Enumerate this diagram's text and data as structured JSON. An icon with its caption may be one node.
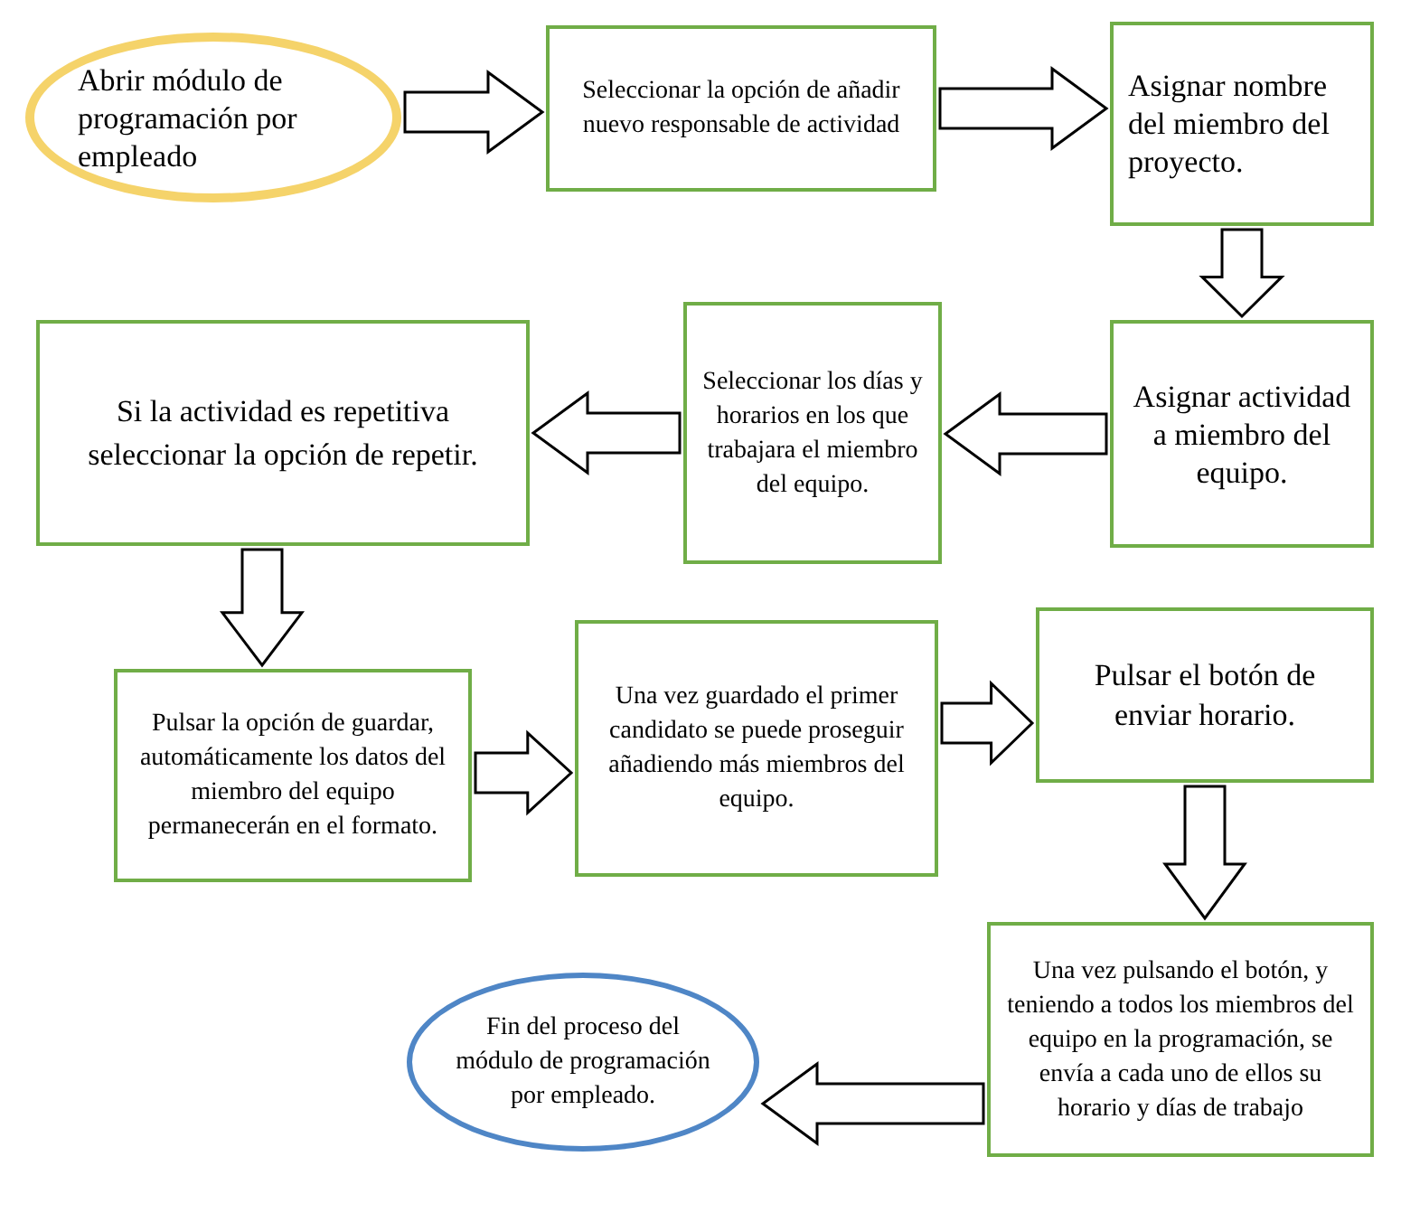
{
  "diagram": {
    "nodes": [
      {
        "text": [
          "Abrir módulo de programación por empleado"
        ]
      },
      {
        "text": [
          "Seleccionar la opción de añadir nuevo responsable de actividad"
        ]
      },
      {
        "text": [
          "Asignar nombre del miembro del proyecto."
        ]
      },
      {
        "text": [
          "Asignar actividad a miembro del equipo."
        ]
      },
      {
        "text": [
          "Seleccionar los días y horarios en los que trabajara el miembro del equipo."
        ]
      },
      {
        "text": [
          "Si la actividad es repetitiva seleccionar la opción de repetir."
        ]
      },
      {
        "text": [
          "Pulsar la opción de guardar, automáticamente los datos del miembro del equipo permanecerán en el formato."
        ]
      },
      {
        "text": [
          "Una vez guardado el primer candidato se puede proseguir añadiendo más miembros del equipo."
        ]
      },
      {
        "text": [
          "Pulsar el botón de enviar horario."
        ]
      },
      {
        "text": [
          "Una vez pulsando el botón, y teniendo a todos los miembros del equipo en la programación, se envía a cada uno de ellos su horario y días de trabajo"
        ]
      },
      {
        "text": [
          "Fin del proceso del módulo de programación por empleado."
        ]
      }
    ],
    "edges": [
      {
        "from": 0,
        "to": 1,
        "arrow": "to"
      },
      {
        "from": 1,
        "to": 2,
        "arrow": "to"
      },
      {
        "from": 2,
        "to": 3,
        "arrow": "to"
      },
      {
        "from": 3,
        "to": 4,
        "arrow": "to"
      },
      {
        "from": 4,
        "to": 5,
        "arrow": "to"
      },
      {
        "from": 5,
        "to": 6,
        "arrow": "to"
      },
      {
        "from": 6,
        "to": 7,
        "arrow": "to"
      },
      {
        "from": 7,
        "to": 8,
        "arrow": "to"
      },
      {
        "from": 8,
        "to": 9,
        "arrow": "to"
      },
      {
        "from": 9,
        "to": 10,
        "arrow": "to"
      }
    ]
  }
}
